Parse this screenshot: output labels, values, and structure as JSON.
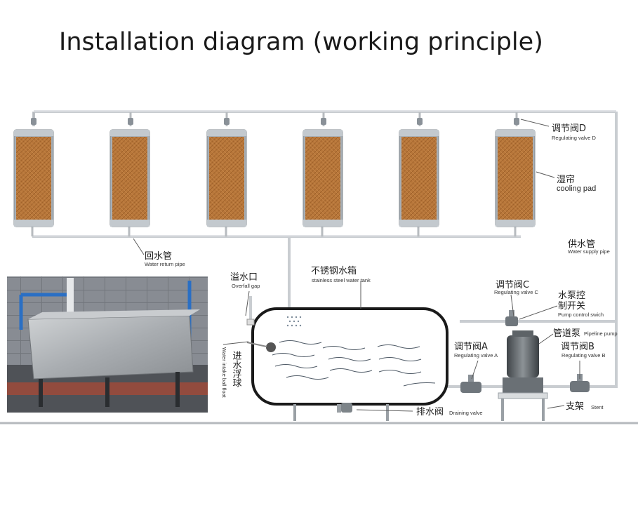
{
  "title": "Installation diagram (working principle)",
  "labels": {
    "valve_d_cn": "调节阀D",
    "valve_d_en": "Regulating valve D",
    "pad_cn": "湿帘",
    "pad_en": "cooling pad",
    "supply_cn": "供水管",
    "supply_en": "Water supply pipe",
    "return_cn": "回水管",
    "return_en": "Water return pipe",
    "overfall_cn": "溢水口",
    "overfall_en": "Overfall gap",
    "tank_cn": "不锈钢水箱",
    "tank_en": "stainless steel water tank",
    "valve_c_cn": "调节阀C",
    "valve_c_en": "Regulating valve C",
    "pump_switch_cn_1": "水泵控",
    "pump_switch_cn_2": "制开关",
    "pump_switch_en": "Pump control swich",
    "pump_cn": "管道泵",
    "pump_en": "Pipeline pump",
    "valve_a_cn": "调节阀A",
    "valve_a_en": "Regulating valve A",
    "valve_b_cn": "调节阀B",
    "valve_b_en": "Regulating valve B",
    "stent_cn": "支架",
    "stent_en": "Stent",
    "drain_cn": "排水阀",
    "drain_en": "Draining valve",
    "intake_cn": "进水浮球",
    "intake_en": "Water intake ball float"
  },
  "colors": {
    "pipe": "#c8ccd0",
    "pad": "#b5753a",
    "frame": "#9aa3ab",
    "tank_stroke": "#1a1a1a"
  }
}
